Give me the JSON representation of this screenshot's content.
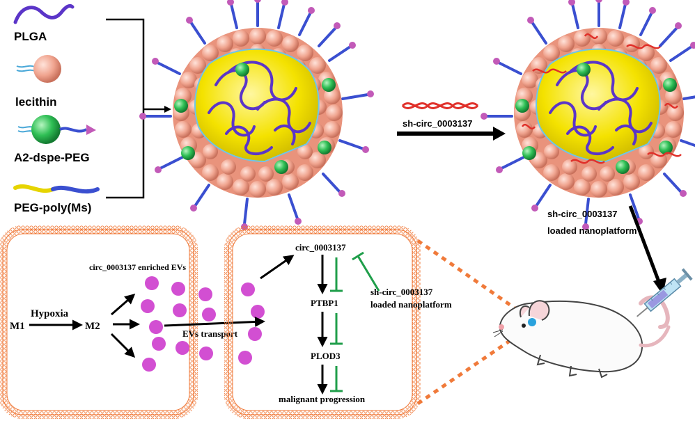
{
  "components": {
    "plga": "PLGA",
    "lecithin": "lecithin",
    "a2_dspe_peg": "A2-dspe-PEG",
    "peg_poly": "PEG-poly(Ms)"
  },
  "loading": {
    "sirna_label": "sh-circ_0003137",
    "product_line1": "sh-circ_0003137",
    "product_line2": "loaded nanoplatform"
  },
  "macrophage": {
    "m1": "M1",
    "hypoxia": "Hypoxia",
    "m2": "M2",
    "evs_label": "circ_0003137 enriched EVs",
    "transport": "EVs transport"
  },
  "pathway": {
    "circ": "circ_0003137",
    "ptbp1": "PTBP1",
    "plod3": "PLOD3",
    "outcome": "malignant progression",
    "inhibitor_line1": "sh-circ_0003137",
    "inhibitor_line2": "loaded nanoplatform"
  },
  "colors": {
    "cell_border": "#f07a3a",
    "ev": "#d24fd2",
    "inhibition": "#1f9e4a",
    "core": "#f3e600",
    "lipid": "#f2a896",
    "polymer": "#5b35c8",
    "peg_chain": "#3a4fd0",
    "a2_ball": "#2dbb52",
    "sirna": "#e0302a"
  },
  "icons": {
    "nanoparticle": "nanoparticle-icon",
    "mouse": "mouse-icon",
    "syringe": "syringe-icon"
  }
}
